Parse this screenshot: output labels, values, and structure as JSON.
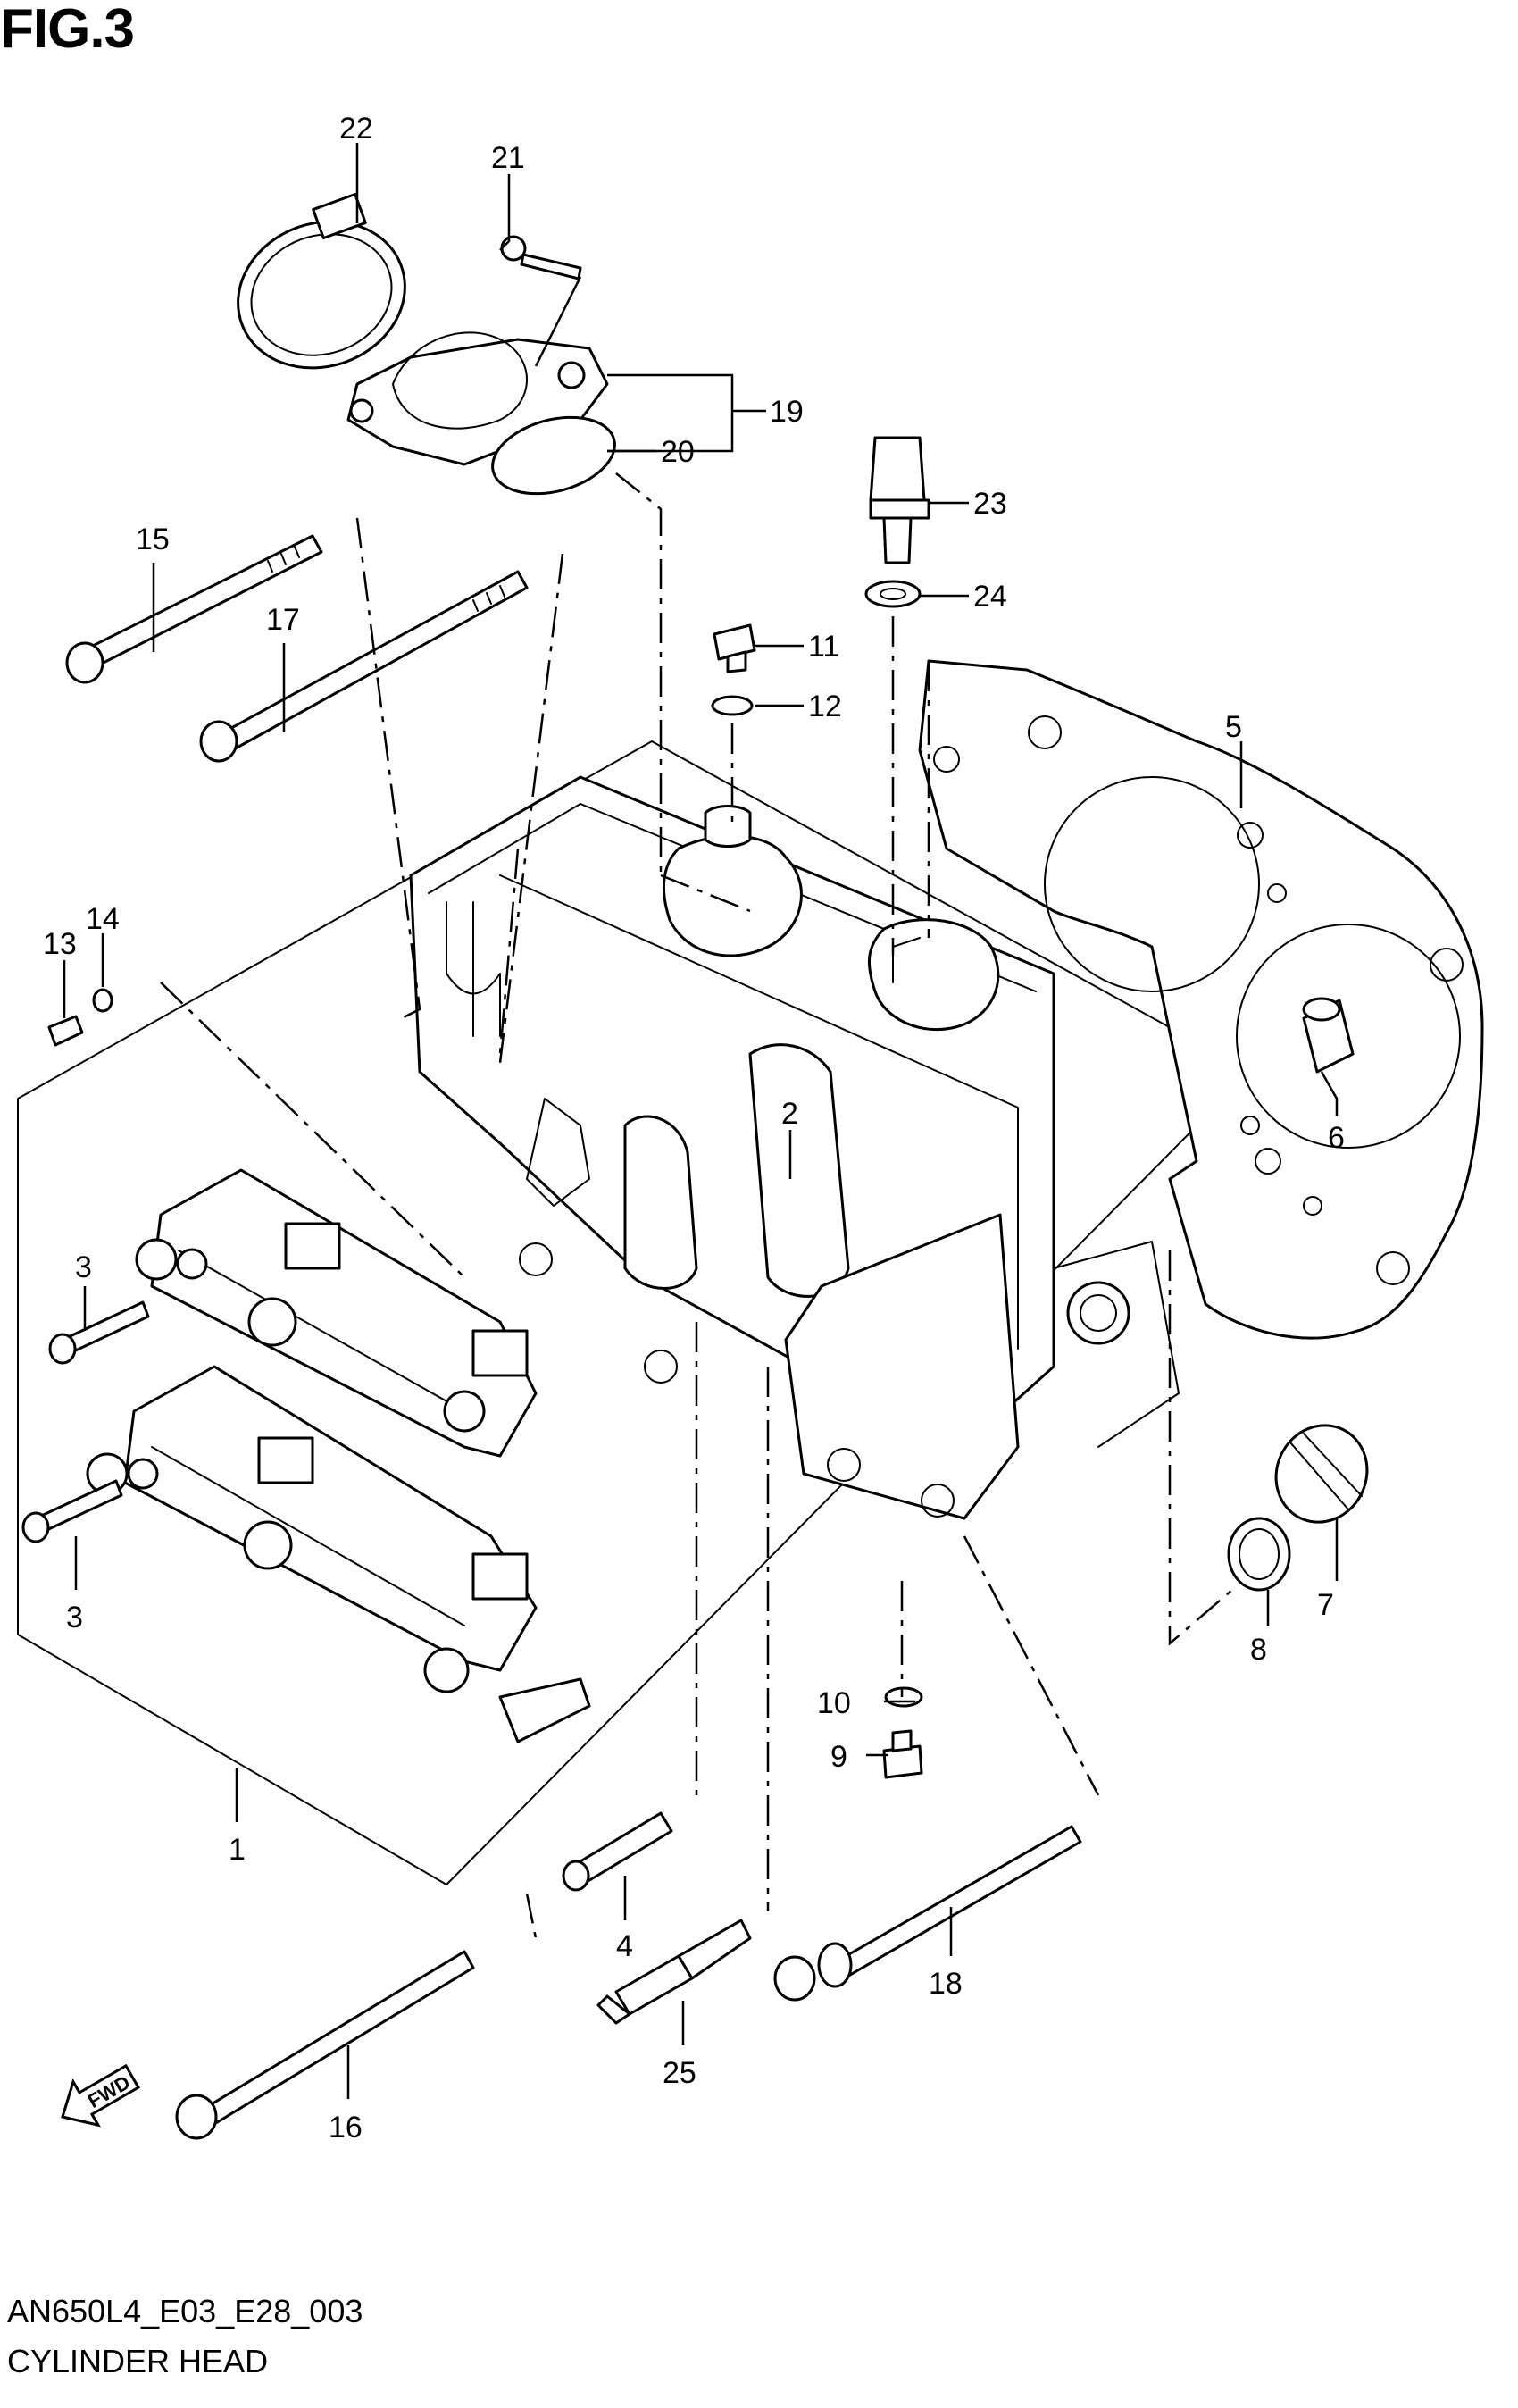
{
  "figure": {
    "title": "FIG.3",
    "diagram_code": "AN650L4_E03_E28_003",
    "diagram_name": "CYLINDER HEAD",
    "fwd_label": "FWD"
  },
  "callouts": {
    "c1": "1",
    "c2": "2",
    "c3a": "3",
    "c3b": "3",
    "c4": "4",
    "c5": "5",
    "c6": "6",
    "c7": "7",
    "c8": "8",
    "c9": "9",
    "c10": "10",
    "c11": "11",
    "c12": "12",
    "c13": "13",
    "c14": "14",
    "c15": "15",
    "c16": "16",
    "c17": "17",
    "c18": "18",
    "c19": "19",
    "c20": "20",
    "c21": "21",
    "c22": "22",
    "c23": "23",
    "c24": "24",
    "c25": "25"
  }
}
